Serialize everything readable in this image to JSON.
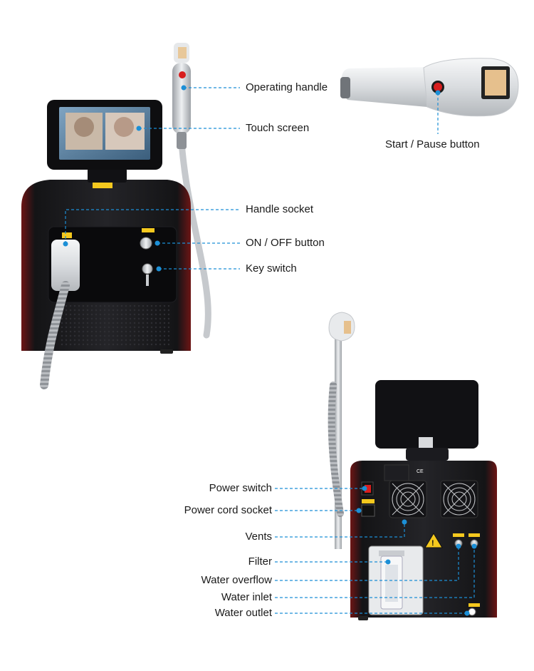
{
  "colors": {
    "leader": "#1c8fd6",
    "body": "#0b0b0d",
    "trim": "#8b1a1a",
    "metal": "#c9ccd0",
    "accent_red": "#d81e1e",
    "warning_yellow": "#f4c81e"
  },
  "front_callouts": [
    {
      "id": "operating-handle",
      "text": "Operating handle"
    },
    {
      "id": "touch-screen",
      "text": "Touch screen"
    },
    {
      "id": "handle-socket",
      "text": "Handle socket"
    },
    {
      "id": "on-off-button",
      "text": "ON / OFF button"
    },
    {
      "id": "key-switch",
      "text": "Key switch"
    }
  ],
  "handle_callout": {
    "id": "start-pause-button",
    "text": "Start / Pause button"
  },
  "back_callouts": [
    {
      "id": "power-switch",
      "text": "Power switch"
    },
    {
      "id": "power-cord-socket",
      "text": "Power cord socket"
    },
    {
      "id": "vents",
      "text": "Vents"
    },
    {
      "id": "filter",
      "text": "Filter"
    },
    {
      "id": "water-overflow",
      "text": "Water overflow"
    },
    {
      "id": "water-inlet",
      "text": "Water inlet"
    },
    {
      "id": "water-outlet",
      "text": "Water outlet"
    }
  ],
  "device_marks": {
    "ce_mark": "CE"
  }
}
